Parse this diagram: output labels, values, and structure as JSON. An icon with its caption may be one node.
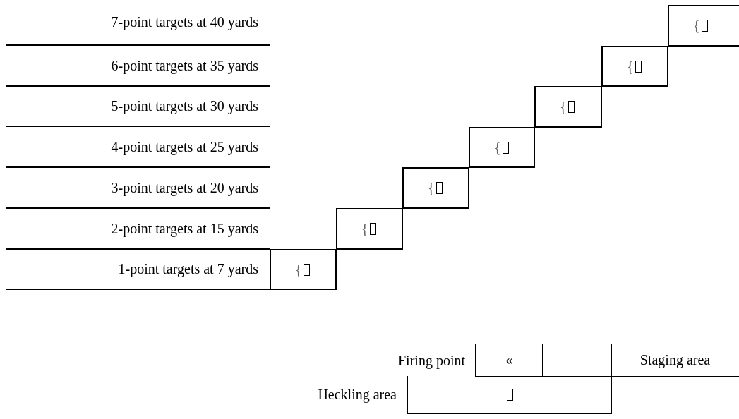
{
  "diagram": {
    "nodes": [
      {
        "text": [
          "7-point targets at 40 yards"
        ]
      },
      {
        "text": [
          "6-point targets at 35 yards"
        ]
      },
      {
        "text": [
          "5-point targets at 30 yards"
        ]
      },
      {
        "text": [
          "4-point targets at 25 yards"
        ]
      },
      {
        "text": [
          "3-point targets at 20 yards"
        ]
      },
      {
        "text": [
          "2-point targets at 15 yards"
        ]
      },
      {
        "text": [
          "1-point targets at 7 yards"
        ]
      },
      {
        "text": [
          "{"
        ]
      },
      {
        "text": [
          "{"
        ]
      },
      {
        "text": [
          "{"
        ]
      },
      {
        "text": [
          "{"
        ]
      },
      {
        "text": [
          "{"
        ]
      },
      {
        "text": [
          "{"
        ]
      },
      {
        "text": [
          "{"
        ]
      },
      {
        "text": [
          "«"
        ],
        "beside": [
          "Firing point"
        ]
      },
      {
        "text": [],
        "shape": "box"
      },
      {
        "text": [
          "Staging area"
        ]
      },
      {
        "text": [],
        "shape": "box",
        "beside": [
          "Heckling area"
        ]
      }
    ]
  }
}
